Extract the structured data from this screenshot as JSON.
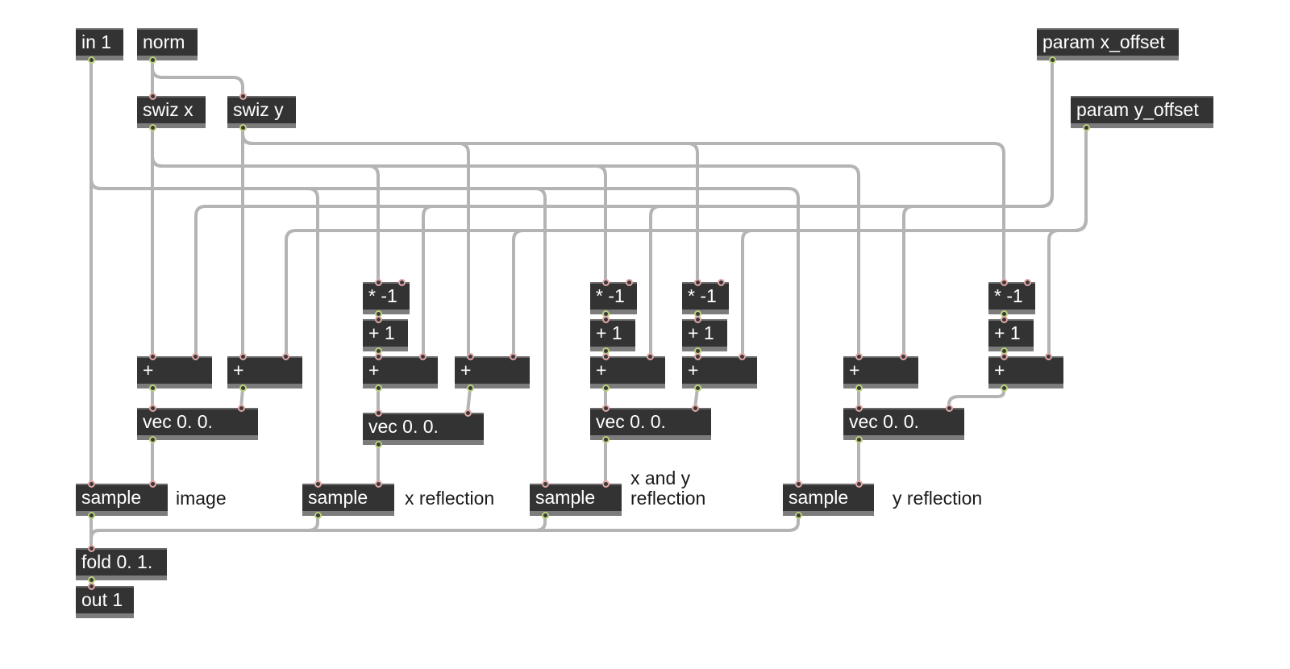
{
  "objects": {
    "in1": "in 1",
    "norm": "norm",
    "param_x": "param x_offset",
    "param_y": "param y_offset",
    "swiz_x": "swiz x",
    "swiz_y": "swiz y",
    "mul1": "* -1",
    "mul2": "* -1",
    "mul3": "* -1",
    "mul4": "* -1",
    "addone1": "+ 1",
    "addone2": "+ 1",
    "addone3": "+ 1",
    "addone4": "+ 1",
    "plus1": "+",
    "plus2": "+",
    "plus3": "+",
    "plus4": "+",
    "plus5": "+",
    "plus6": "+",
    "plus7": "+",
    "plus8": "+",
    "vec1": "vec 0. 0.",
    "vec2": "vec 0. 0.",
    "vec3": "vec 0. 0.",
    "vec4": "vec 0. 0.",
    "sample1": "sample",
    "sample2": "sample",
    "sample3": "sample",
    "sample4": "sample",
    "fold": "fold 0. 1.",
    "out1": "out 1"
  },
  "comments": {
    "image": "image",
    "x_reflection": "x reflection",
    "xy_reflection": "x and y\nreflection",
    "y_reflection": "y reflection"
  },
  "colors": {
    "object_fill": "#333333",
    "object_text": "#ffffff",
    "inlet": "#e0a6a6",
    "outlet": "#b9d07a",
    "patch_cord": "#b4b4b4"
  }
}
